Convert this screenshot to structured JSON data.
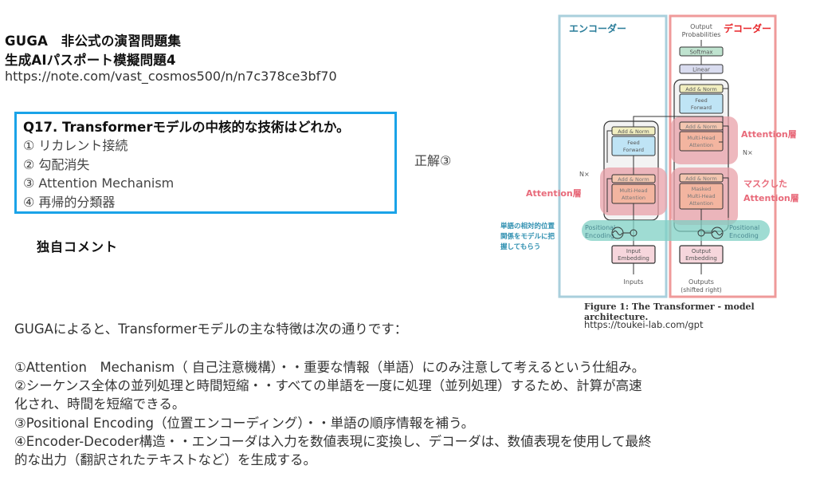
{
  "header": {
    "title_line1": "GUGA　非公式の演習問題集",
    "title_line2": "生成AIパスポート模擬問題4",
    "url": "https://note.com/vast_cosmos500/n/n7c378ce3bf70"
  },
  "question": {
    "text": "Q17. Transformerモデルの中核的な技術はどれか。",
    "options": [
      "① リカレント接続",
      "② 勾配消失",
      "③ Attention Mechanism",
      "④ 再帰的分類器"
    ],
    "answer": "正解③"
  },
  "comment": {
    "heading": "独自コメント",
    "intro": "GUGAによると、Transformerモデルの主な特徴は次の通りです：",
    "lines": [
      "①Attention　Mechanism（ 自己注意機構）・・重要な情報（単語）にのみ注意して考えるという仕組み。",
      "②シーケンス全体の並列処理と時間短縮・・すべての単語を一度に処理（並列処理）するため、計算が高速",
      "化され、時間を短縮できる。",
      "③Positional Encoding（位置エンコーディング）・・単語の順序情報を補う。",
      "④Encoder-Decoder構造・・エンコーダは入力を数値表現に変換し、デコーダは、数値表現を使用して最終",
      "的な出力（翻訳されたテキストなど）を生成する。"
    ]
  },
  "figure": {
    "encoder_label": "エンコーダー",
    "decoder_label": "デコーダー",
    "output_probabilities": [
      "Output",
      "Probabilities"
    ],
    "softmax": "Softmax",
    "linear": "Linear",
    "add_norm": "Add & Norm",
    "feed_forward": [
      "Feed",
      "Forward"
    ],
    "multi_head": [
      "Multi-Head",
      "Attention"
    ],
    "masked_multi_head": [
      "Masked",
      "Multi-Head",
      "Attention"
    ],
    "nx": "N×",
    "attention_layer": "Attention層",
    "masked_attention_layer": [
      "マスクした",
      "Attention層"
    ],
    "positional_note": [
      "単語の相対的位置",
      "関係をモデルに把",
      "握してもらう"
    ],
    "positional_encoding": [
      "Positional",
      "Encoding"
    ],
    "input_embedding": [
      "Input",
      "Embedding"
    ],
    "output_embedding": [
      "Output",
      "Embedding"
    ],
    "inputs": "Inputs",
    "outputs": [
      "Outputs",
      "(shifted right)"
    ],
    "caption": "Figure 1: The Transformer - model architecture.",
    "credit": "https://toukei-lab.com/gpt",
    "colors": {
      "encoder_frame": "#a9cfdc",
      "decoder_frame": "#ef9a9a",
      "encoder_label": "#2a7d9a",
      "decoder_label": "#e8262a",
      "attention_highlight": "#e8a0a8",
      "annotation_pink": "#e86a7a",
      "positional_band": "#7fd0c4",
      "positional_note": "#2e8fb0"
    }
  }
}
